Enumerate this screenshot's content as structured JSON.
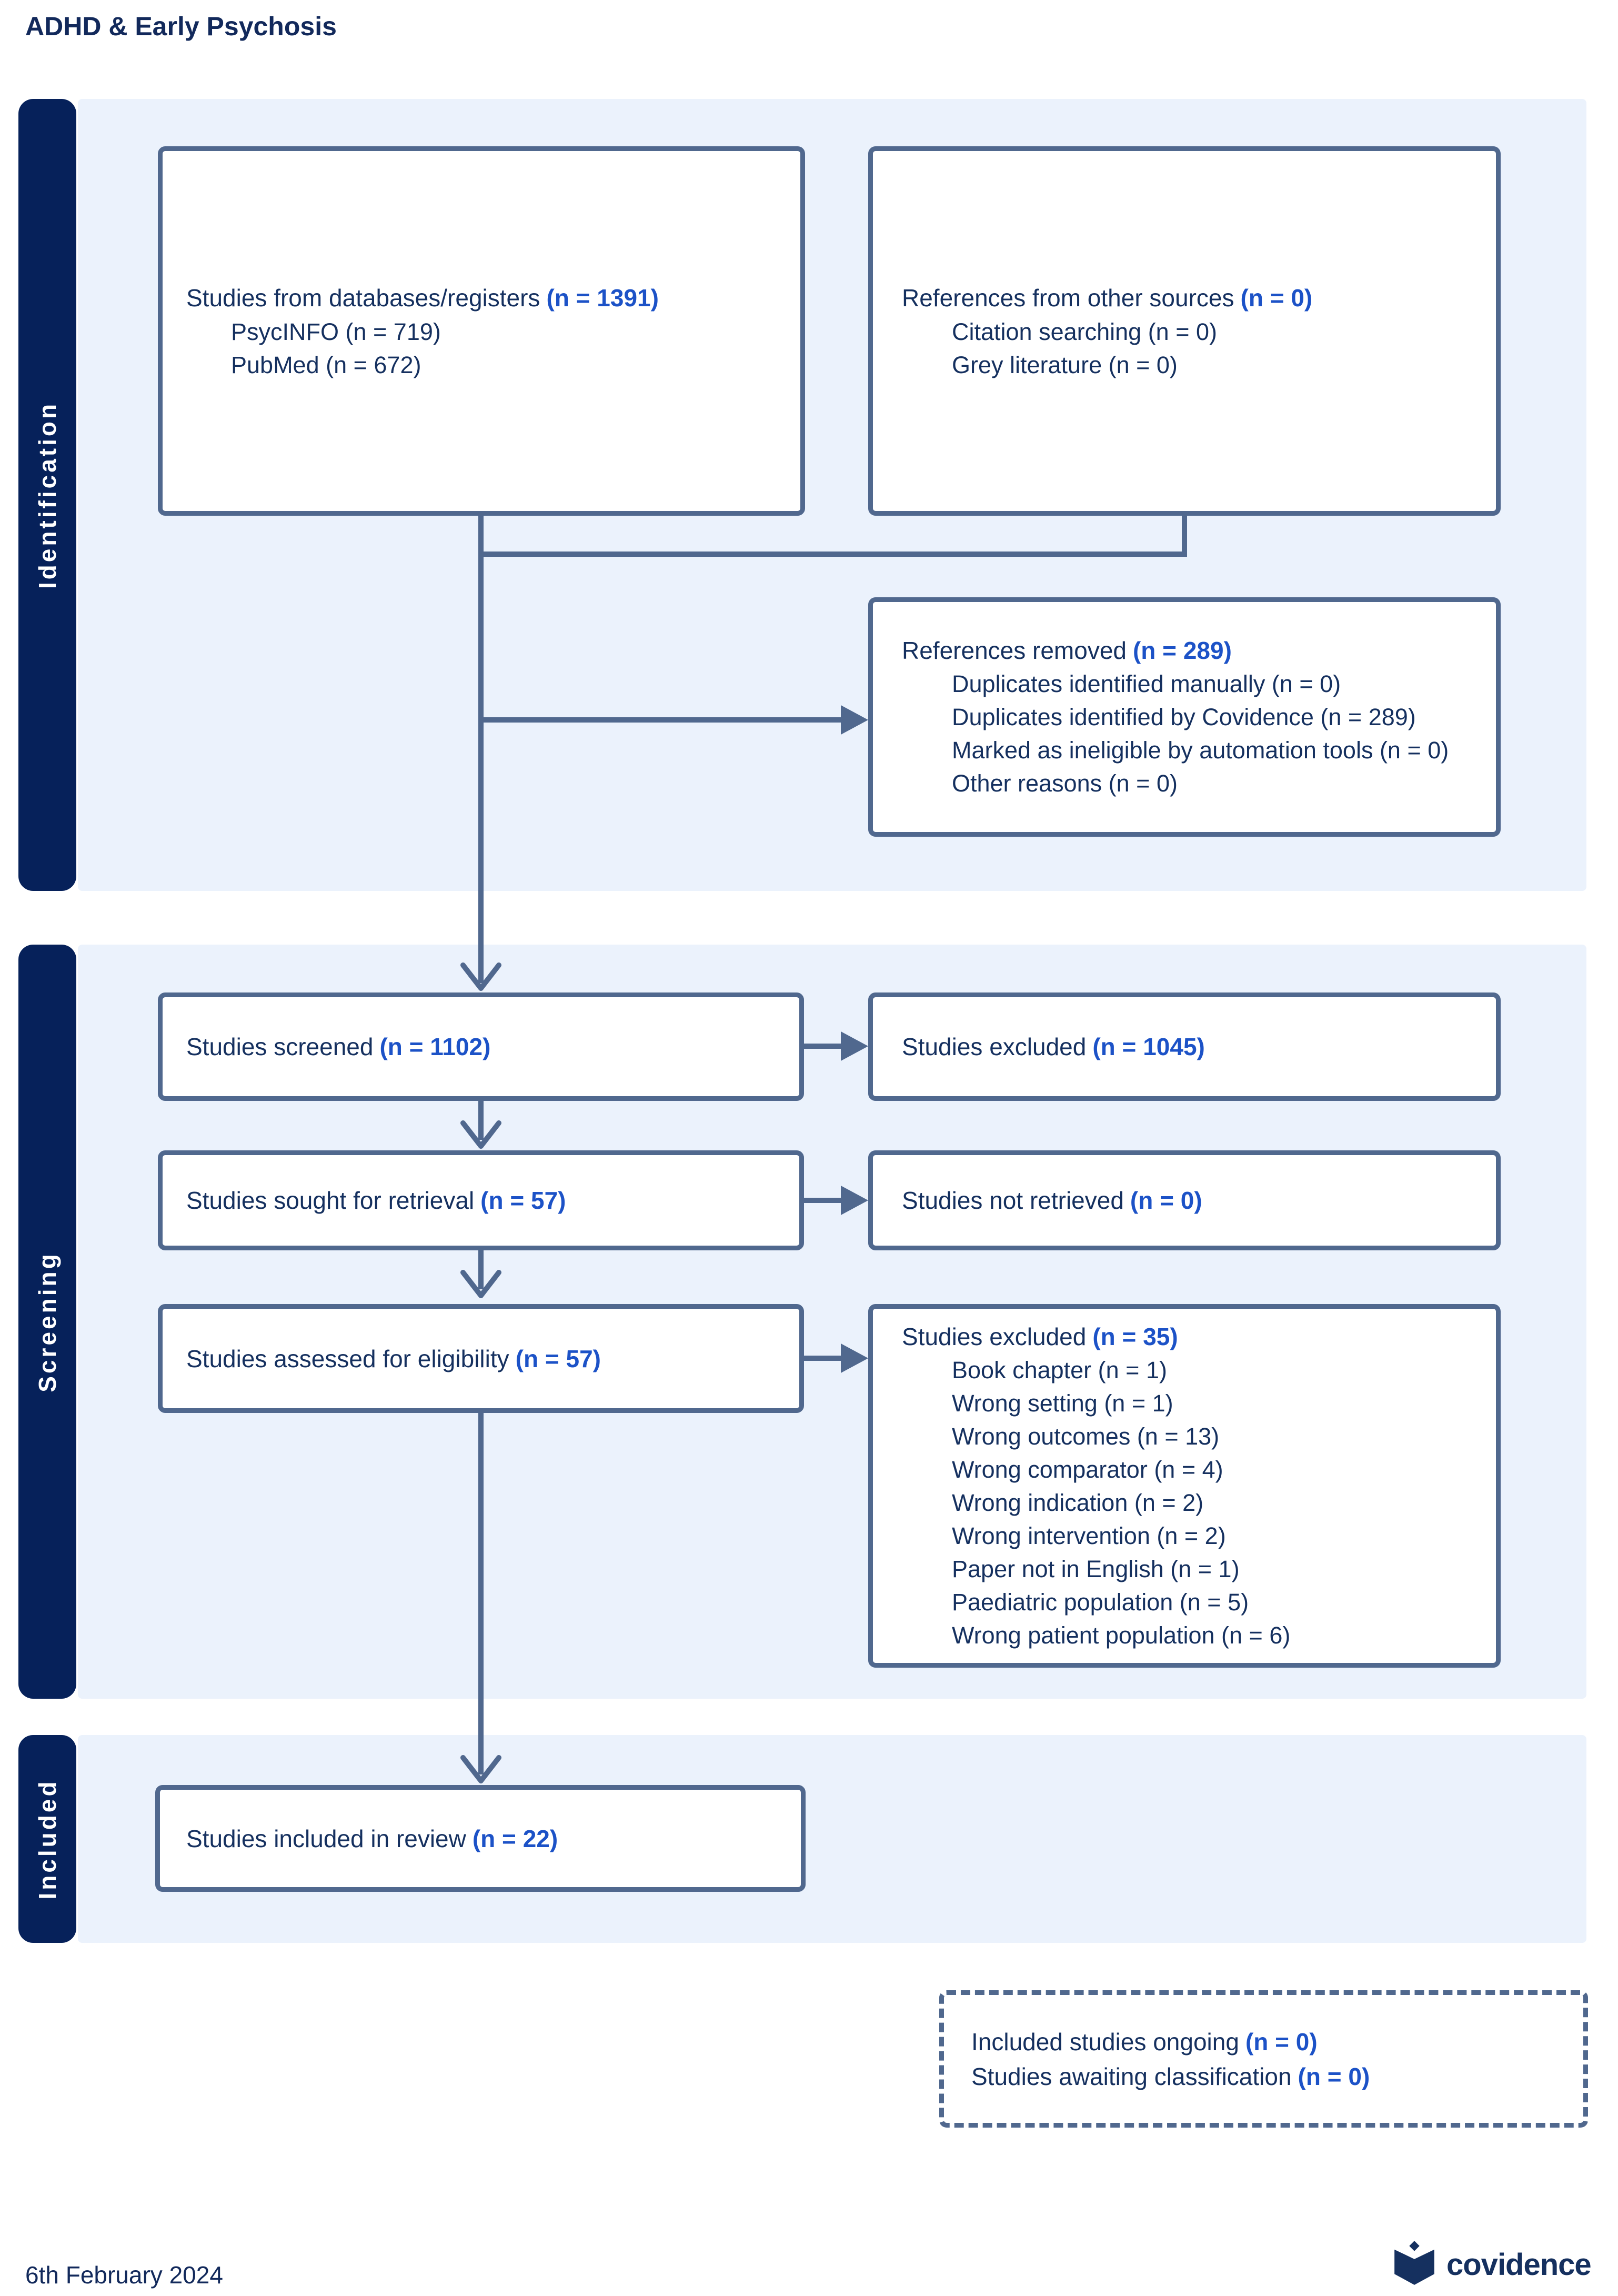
{
  "title": "ADHD & Early Psychosis",
  "sections": [
    {
      "label": "Identification"
    },
    {
      "label": "Screening"
    },
    {
      "label": "Included"
    }
  ],
  "boxes": {
    "databases": {
      "title": "Studies from databases/registers",
      "n": "(n = 1391)",
      "items": [
        "PsycINFO (n = 719)",
        "PubMed (n = 672)"
      ]
    },
    "other_sources": {
      "title": "References from other sources",
      "n": "(n = 0)",
      "items": [
        "Citation searching (n = 0)",
        "Grey literature (n = 0)"
      ]
    },
    "removed": {
      "title": "References removed",
      "n": "(n = 289)",
      "items": [
        "Duplicates identified manually (n = 0)",
        "Duplicates identified by Covidence (n = 289)",
        "Marked as ineligible by automation tools (n = 0)",
        "Other reasons (n = 0)"
      ]
    },
    "screened": {
      "title": "Studies screened",
      "n": "(n = 1102)"
    },
    "excluded_screening": {
      "title": "Studies excluded",
      "n": "(n = 1045)"
    },
    "sought": {
      "title": "Studies sought for retrieval",
      "n": "(n = 57)"
    },
    "not_retrieved": {
      "title": "Studies not retrieved",
      "n": "(n = 0)"
    },
    "assessed": {
      "title": "Studies assessed for eligibility",
      "n": "(n = 57)"
    },
    "excluded_eligibility": {
      "title": "Studies excluded",
      "n": "(n = 35)",
      "items": [
        "Book chapter (n = 1)",
        "Wrong setting (n = 1)",
        "Wrong outcomes (n = 13)",
        "Wrong comparator (n = 4)",
        "Wrong indication (n = 2)",
        "Wrong intervention (n = 2)",
        "Paper not in English (n = 1)",
        "Paediatric population (n = 5)",
        "Wrong patient population (n = 6)"
      ]
    },
    "included_review": {
      "title": "Studies included in review",
      "n": "(n = 22)"
    },
    "ongoing": {
      "lines": [
        {
          "text": "Included studies ongoing",
          "n": "(n = 0)"
        },
        {
          "text": "Studies awaiting classification",
          "n": "(n = 0)"
        }
      ]
    }
  },
  "footer": {
    "date": "6th February 2024",
    "brand": "covidence"
  },
  "colors": {
    "navy_text": "#15305F",
    "accent_blue": "#1C52C7",
    "border_slate": "#50688E",
    "band_bg": "#EBF2FC",
    "sidebar_navy": "#06215A"
  }
}
